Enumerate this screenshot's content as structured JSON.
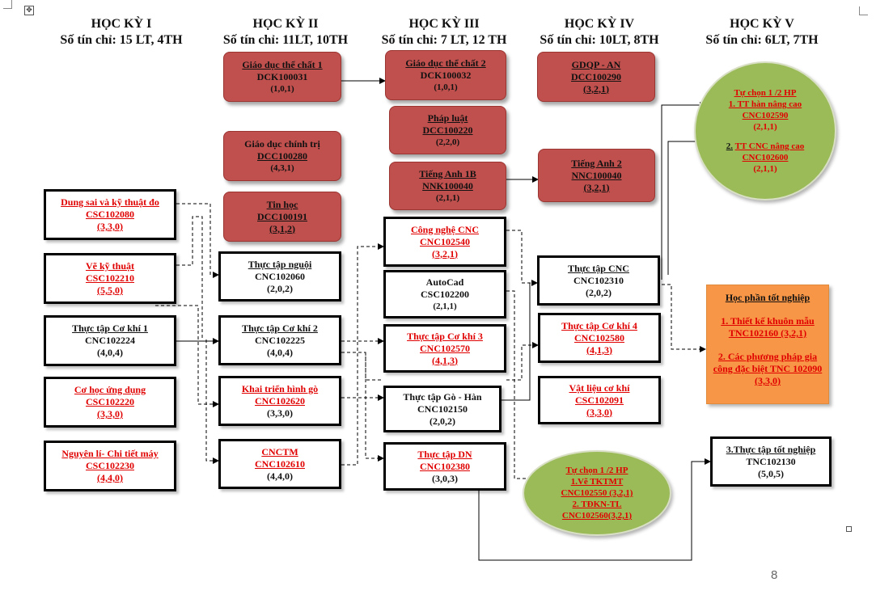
{
  "headers": [
    {
      "title": "HỌC KỲ I",
      "credits": "Số tín chỉ: 15 LT, 4TH"
    },
    {
      "title": "HỌC KỲ II",
      "credits": "Số tín chỉ: 11LT, 10TH"
    },
    {
      "title": "HỌC KỲ III",
      "credits": "Số tín chỉ: 7 LT, 12 TH"
    },
    {
      "title": "HỌC KỲ IV",
      "credits": "Số tín chỉ: 10LT, 8TH"
    },
    {
      "title": "HỌC KỲ V",
      "credits": "Số tín chỉ: 6LT, 7TH"
    }
  ],
  "sem1": [
    {
      "name": "Dung sai và kỹ thuật đo",
      "code": "CSC102080",
      "cred": "(3,3,0)"
    },
    {
      "name": "Vẽ kỹ thuật",
      "code": "CSC102210",
      "cred": "(5,5,0)"
    },
    {
      "name": "Thực tập Cơ khí 1",
      "code": "CNC102224",
      "cred": "(4,0,4)"
    },
    {
      "name": "Cơ học ứng dụng",
      "code": "CSC102220",
      "cred": "(3,3,0)"
    },
    {
      "name": "Nguyên lí- Chi tiết máy",
      "code": "CSC102230",
      "cred": "(4,4,0)"
    }
  ],
  "sem2_general": [
    {
      "name": "Giáo dục thể chất 1",
      "code": "DCK100031",
      "cred": "(1,0,1)"
    },
    {
      "name": "Giáo dục chính trị",
      "code": "DCC100280",
      "cred": "(4,3,1)"
    },
    {
      "name": "Tin học",
      "code": "DCC100191",
      "cred": "(3,1,2)"
    }
  ],
  "sem2": [
    {
      "name": "Thực tập nguội",
      "code": "CNC102060",
      "cred": "(2,0,2)"
    },
    {
      "name": "Thực tập Cơ khí 2",
      "code": "CNC102225",
      "cred": "(4,0,4)"
    },
    {
      "name": "Khai triển hình gò",
      "code": "CNC102620",
      "cred": "(3,3,0)"
    },
    {
      "name": "CNCTM",
      "code": "CNC102610",
      "cred": "(4,4,0)"
    }
  ],
  "sem3_general": [
    {
      "name": "Giáo dục thể chất 2",
      "code": "DCK100032",
      "cred": "(1,0,1)"
    },
    {
      "name": "Pháp luật",
      "code": "DCC100220",
      "cred": "(2,2,0)"
    },
    {
      "name": "Tiếng Anh 1B",
      "code": "NNK100040",
      "cred": "(2,1,1)"
    }
  ],
  "sem3": [
    {
      "name": "Công nghệ CNC",
      "code": "CNC102540",
      "cred": "(3,2,1)"
    },
    {
      "name": "AutoCad",
      "code": "CSC102200",
      "cred": "(2,1,1)"
    },
    {
      "name": "Thực tập Cơ khí 3",
      "code": "CNC102570",
      "cred": "(4,1,3)"
    },
    {
      "name": "Thực tập Gò - Hàn",
      "code": "CNC102150",
      "cred": "(2,0,2)"
    },
    {
      "name": "Thực tập DN",
      "code": "CNC102380",
      "cred": "(3,0,3)"
    }
  ],
  "sem4_general": [
    {
      "name": "GDQP - AN",
      "code": "DCC100290",
      "cred": "(3,2,1)"
    },
    {
      "name": "Tiếng Anh 2",
      "code": "NNC100040",
      "cred": "(3,2,1)"
    }
  ],
  "sem4": [
    {
      "name": "Thực tập CNC",
      "code": "CNC102310",
      "cred": "(2,0,2)"
    },
    {
      "name": "Thực tập Cơ khí 4",
      "code": "CNC102580",
      "cred": "(4,1,3)"
    },
    {
      "name": "Vật liệu cơ khí",
      "code": "CSC102091",
      "cred": "(3,3,0)"
    }
  ],
  "elective_sem4": {
    "title": "Tự chọn 1 /2 HP",
    "opt1": "1.Vẽ TKTMT",
    "opt1_code": "CNC102550 (3,2,1)",
    "opt2": "2. TĐKN-TL",
    "opt2_code": "CNC102560(3,2,1)"
  },
  "elective_sem5": {
    "title": "Tự chọn 1 /2 HP",
    "opt1": "1. TT hàn nâng cao",
    "opt1_code": "CNC102590",
    "opt1_cred": "(2,1,1)",
    "opt2_num": "2.",
    "opt2": "TT CNC nâng cao",
    "opt2_code": "CNC102600",
    "opt2_cred": "(2,1,1)"
  },
  "graduation": {
    "title": "Học phần tốt nghiệp",
    "item1": "1. Thiết kế khuôn mẫu TNC102160 (3,2,1)",
    "item2": "2. Các phương pháp gia công đặc biệt TNC 102090 (3,3,0)"
  },
  "final": {
    "name": "3.Thực tập tốt nghiệp",
    "code": "TNC102130",
    "cred": "(5,0,5)"
  },
  "page_number": "8",
  "colors": {
    "red_box": "#c0504d",
    "green": "#9bbb59",
    "orange": "#f79646",
    "red_text": "#e00000"
  }
}
